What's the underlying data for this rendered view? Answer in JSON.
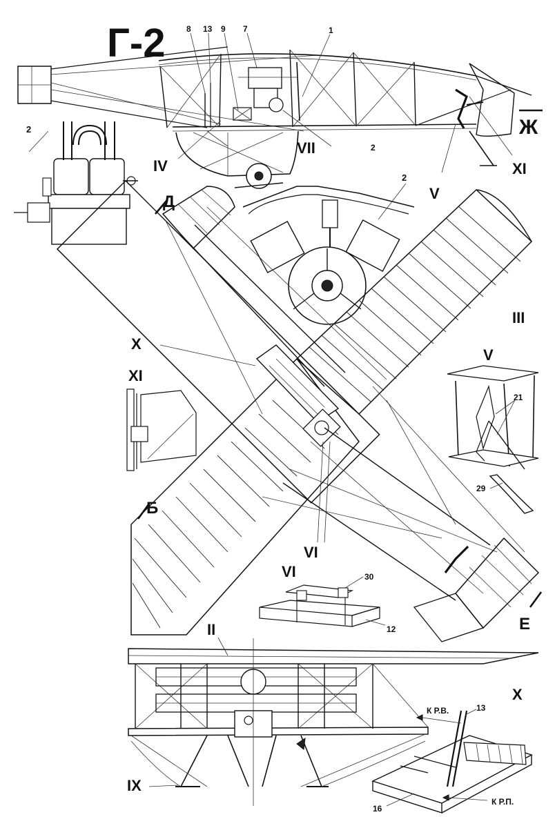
{
  "title": "Г-2",
  "views": {
    "side": {
      "numbers": [
        "8",
        "13",
        "9",
        "7",
        "1",
        "2"
      ],
      "romans": [
        "IV",
        "VII",
        "XI",
        "V"
      ],
      "section_mark": "Ж"
    },
    "engine_front": {
      "number": "2"
    },
    "engine_rear": {
      "number": "2"
    },
    "plan": {
      "section_marks": [
        "Д",
        "Б",
        "Е"
      ],
      "romans": [
        "III",
        "X",
        "XI",
        "VI"
      ]
    },
    "detail_V": {
      "title": "V",
      "numbers": [
        "21",
        "29"
      ]
    },
    "detail_VI": {
      "title": "VI",
      "numbers": [
        "30",
        "12"
      ]
    },
    "front": {
      "romans": [
        "II",
        "IX"
      ]
    },
    "detail_X": {
      "title": "X",
      "numbers": [
        "13",
        "16"
      ],
      "labels": [
        "К Р.В.",
        "К Р.П."
      ]
    }
  }
}
